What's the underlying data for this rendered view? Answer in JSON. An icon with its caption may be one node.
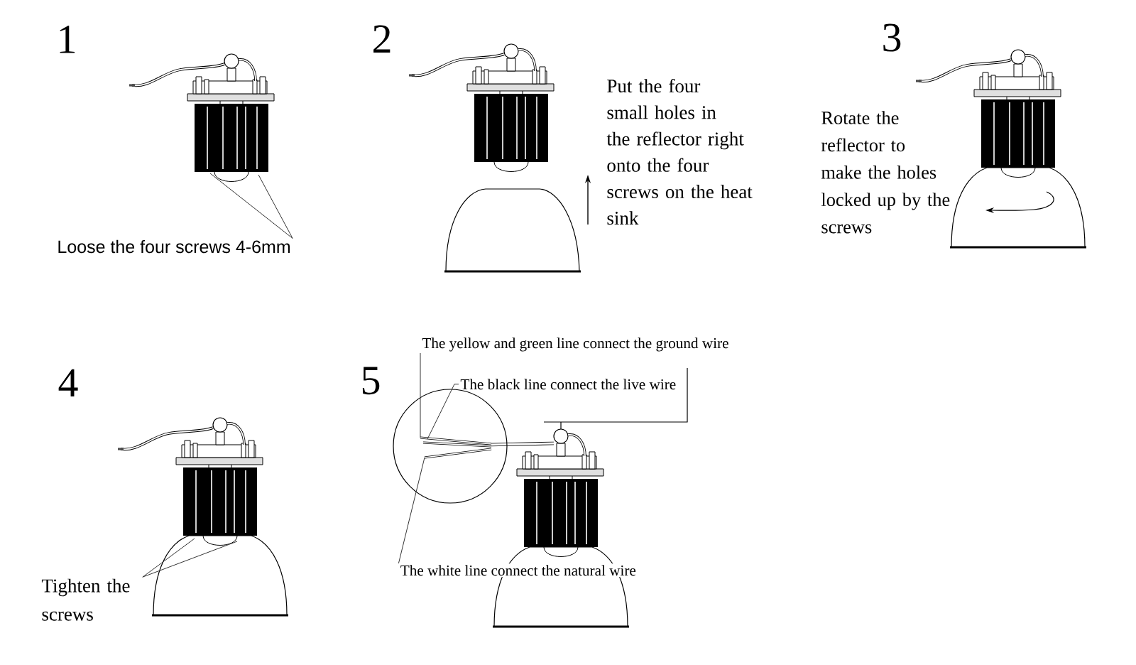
{
  "diagram": {
    "nodes": [
      {
        "text": [
          "Loose the four screws 4-6mm"
        ]
      },
      {
        "text": [
          "Tighten the screws"
        ]
      },
      {
        "text": [
          "The yellow and green line connect the ground wire"
        ]
      },
      {
        "text": [
          "The black line connect the live wire"
        ]
      },
      {
        "text": [
          "The white line connect the natural wire"
        ]
      }
    ],
    "edges": [
      {
        "from": 0,
        "to": null,
        "arrow": "none"
      },
      {
        "from": 0,
        "to": null,
        "arrow": "none"
      },
      {
        "from": 1,
        "to": null,
        "arrow": "none"
      },
      {
        "from": 1,
        "to": null,
        "arrow": "none"
      },
      {
        "from": 2,
        "to": null,
        "arrow": "none"
      },
      {
        "from": 3,
        "to": null,
        "arrow": "none"
      },
      {
        "from": 4,
        "to": null,
        "arrow": "none"
      }
    ],
    "labels": [
      "1",
      "2",
      "Put the four small holes in the reflector right onto the four screws on the heat sink",
      "3",
      "Rotate the reflector to make the holes locked up by the screws",
      "4",
      "5"
    ]
  }
}
